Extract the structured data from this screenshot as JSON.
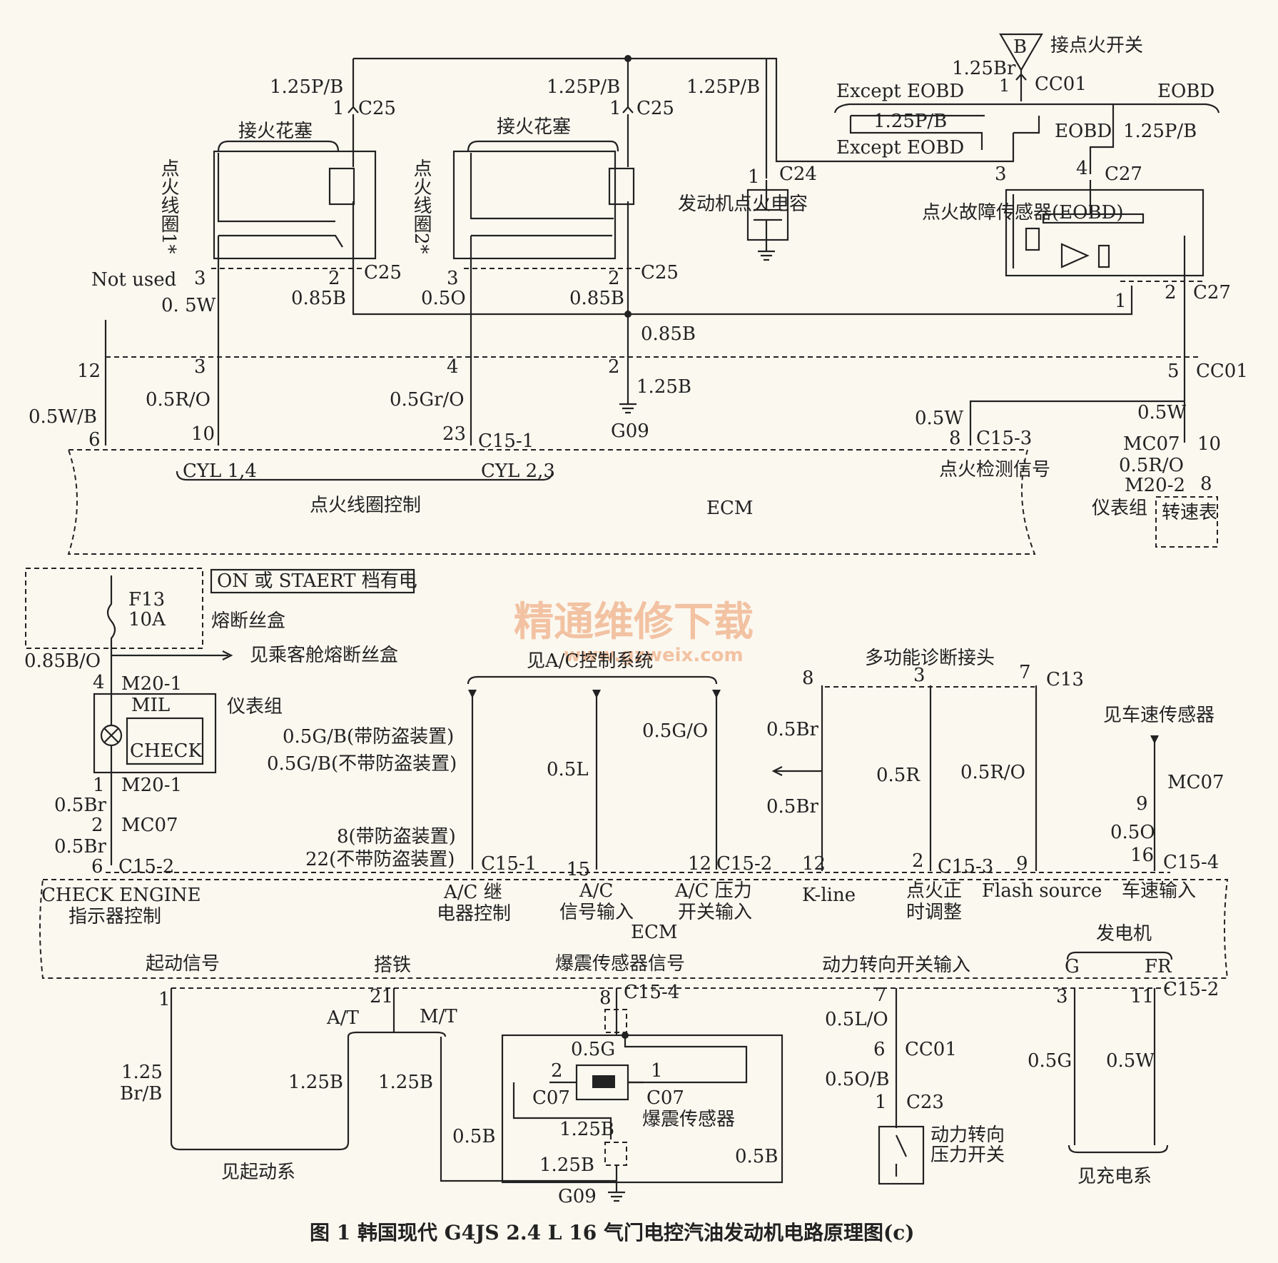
{
  "caption": "图 1   韩国现代 G4JS 2.4 L 16 气门电控汽油发动机电路原理图(c)",
  "watermark": {
    "cn": "精通维修下载",
    "url": "www.gzweix.com"
  },
  "labels": {
    "B": "B",
    "ign_switch": "接点火开关",
    "w125br": "1.25Br",
    "n1": "1",
    "cc01": "CC01",
    "except_eobd": "Except EOBD",
    "eobd": "EOBD",
    "w125pb": "1.25P/B",
    "c25": "C25",
    "c24": "C24",
    "c27": "C27",
    "spark": "接火花塞",
    "coil1": "点火线圈1*",
    "coil2": "点火线圈2*",
    "capacitor": "发动机点火电容",
    "misfire": "点火故障传感器(EOBD)",
    "n2": "2",
    "n3": "3",
    "n4": "4",
    "n5": "5",
    "n6": "6",
    "n7": "7",
    "n8": "8",
    "n9": "9",
    "n10": "10",
    "n11": "11",
    "n12": "12",
    "n15": "15",
    "n16": "16",
    "n21": "21",
    "n22": "22",
    "n23": "23",
    "not_used": "Not used",
    "w05w": "0. 5W",
    "w085b": "0.85B",
    "w05o": "0.5O",
    "w05ro": "0.5R/O",
    "w05gro": "0.5Gr/O",
    "w125b": "1.25B",
    "g09": "G09",
    "w05wb": "0.5W/B",
    "w05w2": "0.5W",
    "c151": "C15-1",
    "c153": "C15-3",
    "mc07": "MC07",
    "m202": "M20-2",
    "m201": "M20-1",
    "cyl14": "CYL 1,4",
    "cyl23": "CYL 2,3",
    "coil_ctrl": "点火线圈控制",
    "ecm": "ECM",
    "ign_detect": "点火检测信号",
    "cluster": "仪表组",
    "tacho": "转速表",
    "on_start": "ON 或 STAERT 档有电",
    "f13": "F13",
    "f13a": "10A",
    "fusebox": "熔断丝盒",
    "w085bo": "0.85B/O",
    "see_pass_fuse": "见乘客舱熔断丝盒",
    "mil": "MIL",
    "check": "CHECK",
    "w05br": "0.5Br",
    "c152": "C15-2",
    "see_ac": "见A/C控制系统",
    "diag": "多功能诊断接头",
    "c13": "C13",
    "see_vss": "见车速传感器",
    "w05gb1": "0.5G/B(带防盗装置)",
    "w05gb2": "0.5G/B(不带防盗装置)",
    "w05l": "0.5L",
    "w05go": "0.5G/O",
    "w05r": "0.5R",
    "pin8_anti": "8(带防盗装置)",
    "pin22_noanti": "22(不带防盗装置)",
    "c154": "C15-4",
    "check_engine": "CHECK ENGINE",
    "indicator_ctrl": "指示器控制",
    "ac_relay1": "A/C 继",
    "ac_relay2": "电器控制",
    "ac_sig1": "A/C",
    "ac_sig2": "信号输入",
    "ac_press1": "A/C 压力",
    "ac_press2": "开关输入",
    "kline": "K-line",
    "timing1": "点火正",
    "timing2": "时调整",
    "flash": "Flash source",
    "speed_in": "车速输入",
    "generator": "发电机",
    "g": "G",
    "fr": "FR",
    "start_sig": "起动信号",
    "ground": "搭铁",
    "knock_sig": "爆震传感器信号",
    "ps_in": "动力转向开关输入",
    "at": "A/T",
    "mt": "M/T",
    "w125brb1": "1.25",
    "w125brb2": "Br/B",
    "w05g": "0.5G",
    "c07": "C07",
    "knock_sensor": "爆震传感器",
    "w05b": "0.5B",
    "w05lo": "0.5L/O",
    "w05ob": "0.5O/B",
    "c23": "C23",
    "ps_switch1": "动力转向",
    "ps_switch2": "压力开关",
    "see_start": "见起动系",
    "see_charge": "见充电系"
  }
}
